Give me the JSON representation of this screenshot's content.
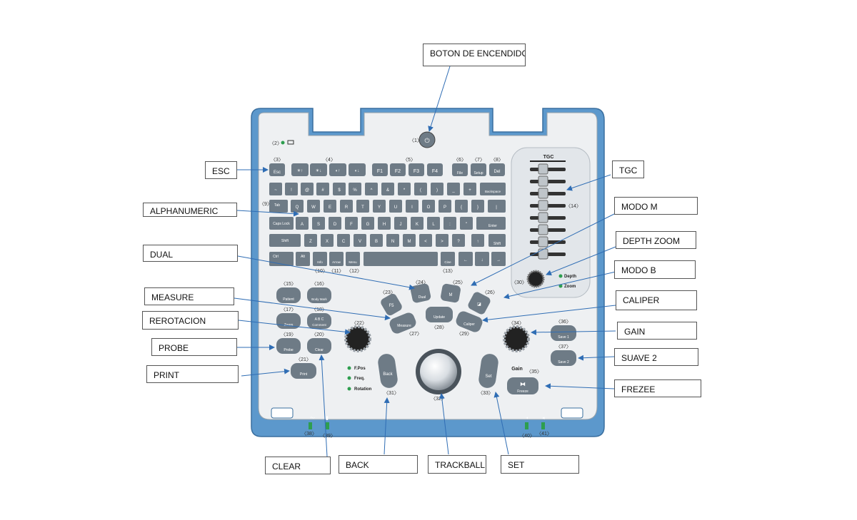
{
  "callouts": {
    "power": "BOTON DE ENCENDIDO",
    "esc": "ESC",
    "alphanumeric": "ALPHANUMERIC",
    "dual": "DUAL",
    "measure": "MEASURE",
    "rerotacion": "REROTACION",
    "probe": "PROBE",
    "print": "PRINT",
    "tgc": "TGC",
    "modo_m": "MODO M",
    "depth_zoom": "DEPTH ZOOM",
    "modo_b": "MODO B",
    "caliper": "CALIPER",
    "gain": "GAIN",
    "suave2": "SUAVE 2",
    "frezee": "FREZEE",
    "clear": "CLEAR",
    "back": "BACK",
    "trackball": "TRACKBALL",
    "set": "SET"
  },
  "panel": {
    "tgc_title": "TGC",
    "depth": "Depth",
    "zoom": "Zoom",
    "gain": "Gain",
    "fpos": "F.Pos",
    "freq": "Freq.",
    "rotation": "Rotation",
    "accent": "#5b93c7",
    "key_color": "#6e7b86"
  },
  "numbers": {
    "n1": "〈1〉",
    "n2": "〈2〉",
    "n3": "〈3〉",
    "n4": "〈4〉",
    "n5": "〈5〉",
    "n6": "〈6〉",
    "n7": "〈7〉",
    "n8": "〈8〉",
    "n9": "〈9〉",
    "n10": "〈10〉",
    "n11": "〈11〉",
    "n12": "〈12〉",
    "n13": "〈13〉",
    "n14": "〈14〉",
    "n15": "〈15〉",
    "n16": "〈16〉",
    "n17": "〈17〉",
    "n18": "〈18〉",
    "n19": "〈19〉",
    "n20": "〈20〉",
    "n21": "〈21〉",
    "n22": "〈22〉",
    "n23": "〈23〉",
    "n24": "〈24〉",
    "n25": "〈25〉",
    "n26": "〈26〉",
    "n27": "〈27〉",
    "n28": "〈28〉",
    "n29": "〈29〉",
    "n30": "〈30〉",
    "n31": "〈31〉",
    "n32": "〈32〉",
    "n33": "〈33〉",
    "n34": "〈34〉",
    "n35": "〈35〉",
    "n36": "〈36〉",
    "n37": "〈37〉",
    "n38": "〈38〉",
    "n39": "〈39〉",
    "n40": "〈40〉",
    "n41": "〈41〉"
  },
  "keys": {
    "esc": "Esc",
    "f1": "F1",
    "f2": "F2",
    "f3": "F3",
    "f4": "F4",
    "file": "File",
    "setup": "Setup",
    "del": "Del",
    "backspace": "Backspace",
    "tab": "Tab",
    "caps": "Caps Lock",
    "enter": "Enter",
    "shift": "Shift",
    "ctrl": "Ctrl",
    "alt": "Alt",
    "info": "Info",
    "arrow": "Arrow",
    "menu": "Menu",
    "cine": "Cine",
    "patient": "Patient",
    "body_mark": "Body Mark",
    "zoom": "Zoom",
    "comment": "Comment",
    "abc": "A B C",
    "probe": "Probe",
    "clear": "Clear",
    "print": "Print",
    "f5": "F5",
    "dual": "Dual",
    "m": "M",
    "measure": "Measure",
    "update": "Update",
    "caliper": "Caliper",
    "back": "Back",
    "set": "Set",
    "save1": "Save 1",
    "save2": "Save 2",
    "freeze": "Freeze",
    "row1": [
      "~",
      "!",
      "@",
      "#",
      "$",
      "%",
      "^",
      "&",
      "*",
      "(",
      ")",
      "_",
      "+"
    ],
    "row2": [
      "Q",
      "W",
      "E",
      "R",
      "T",
      "Y",
      "U",
      "I",
      "O",
      "P",
      "{",
      "}",
      "|"
    ],
    "row3": [
      "A",
      "S",
      "D",
      "F",
      "G",
      "H",
      "J",
      "K",
      "L",
      ":",
      "\""
    ],
    "row4": [
      "Z",
      "X",
      "C",
      "V",
      "B",
      "N",
      "M",
      "<",
      ">",
      "?"
    ]
  }
}
